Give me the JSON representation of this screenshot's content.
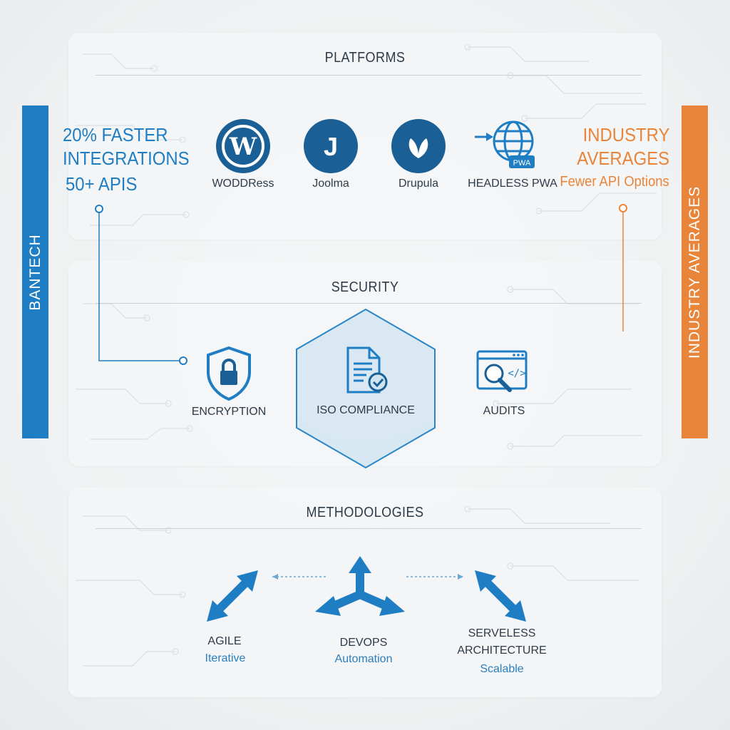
{
  "colors": {
    "blue": "#1f7ec3",
    "dark_blue": "#1a5f95",
    "orange": "#e8853a",
    "text": "#2d3b49"
  },
  "left_bar": {
    "label": "BANTECH"
  },
  "right_bar": {
    "label": "INDUSTRY AVERAGES"
  },
  "left_stats": {
    "line1": "20% FASTER",
    "line2": "INTEGRATIONS",
    "line3": "50+ APIS"
  },
  "right_stats": {
    "line1": "INDUSTRY",
    "line2": "AVERAGES",
    "line3": "Fewer API Options"
  },
  "platforms": {
    "title": "PLATFORMS",
    "items": [
      {
        "label": "WODDRess",
        "icon": "wordpress-icon",
        "glyph": "W"
      },
      {
        "label": "Joolma",
        "icon": "joomla-icon",
        "glyph": "J"
      },
      {
        "label": "Drupula",
        "icon": "drupal-leaf-icon"
      },
      {
        "label": "HEADLESS PWA",
        "icon": "globe-pwa-icon",
        "badge": "PWA"
      }
    ]
  },
  "security": {
    "title": "SECURITY",
    "items": [
      {
        "label": "ENCRYPTION",
        "icon": "shield-lock-icon"
      },
      {
        "label": "ISO COMPLIANCE",
        "icon": "document-check-icon"
      },
      {
        "label": "AUDITS",
        "icon": "browser-magnifier-icon",
        "code": "</>"
      }
    ]
  },
  "methodologies": {
    "title": "METHODOLOGIES",
    "items": [
      {
        "label": "AGILE",
        "sub": "Iterative",
        "icon": "diagonal-arrows-icon"
      },
      {
        "label": "DEVOPS",
        "sub": "Automation",
        "icon": "three-way-arrows-icon"
      },
      {
        "label": "SERVELESS",
        "label2": "ARCHITECTURE",
        "sub": "Scalable",
        "icon": "diagonal-arrows-icon"
      }
    ]
  }
}
